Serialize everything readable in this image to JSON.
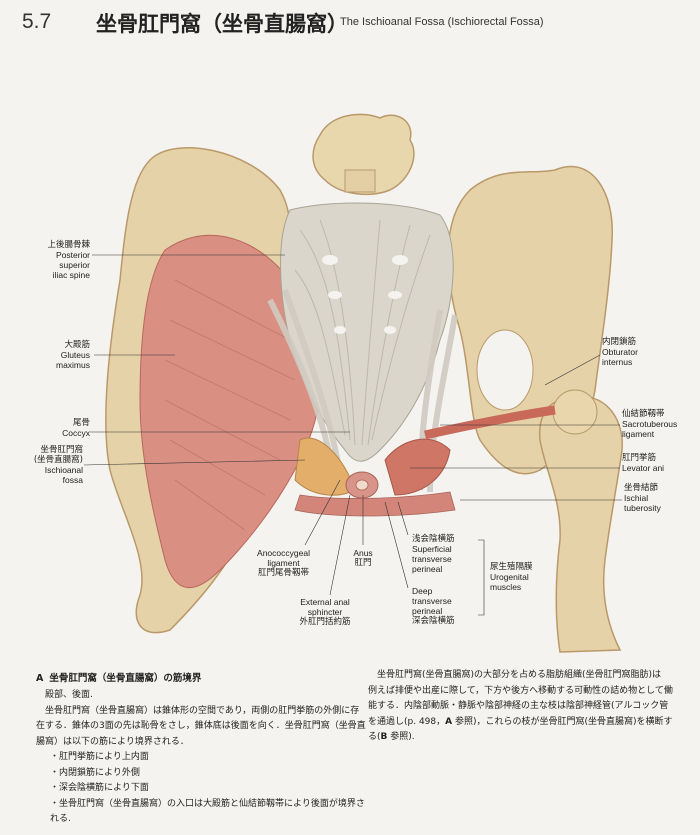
{
  "header": {
    "section_number": "5.7",
    "title_jp": "坐骨肛門窩（坐骨直腸窩）",
    "title_en": "The Ischioanal Fossa (Ischiorectal Fossa)"
  },
  "labels": {
    "psis": {
      "jp": "上後腸骨棘",
      "en": [
        "Posterior",
        "superior",
        "iliac spine"
      ]
    },
    "gluteus": {
      "jp": "大殿筋",
      "en": [
        "Gluteus",
        "maximus"
      ]
    },
    "coccyx": {
      "jp": "尾骨",
      "en": [
        "Coccyx"
      ]
    },
    "fossa": {
      "jp": "坐骨肛門窩",
      "jp2": "(坐骨直腸窩)",
      "en": [
        "Ischioanal",
        "fossa"
      ]
    },
    "obturator": {
      "jp": "内閉鎖筋",
      "en": [
        "Obturator",
        "internus"
      ]
    },
    "sacrotuberous": {
      "jp": "仙結節靱帯",
      "en": [
        "Sacrotuberous",
        "ligament"
      ]
    },
    "levator": {
      "jp": "肛門挙筋",
      "en": [
        "Levator ani"
      ]
    },
    "tuberosity": {
      "jp": "坐骨結節",
      "en": [
        "Ischial",
        "tuberosity"
      ]
    },
    "anococcygeal": {
      "en": [
        "Anococcygeal",
        "ligament"
      ],
      "jp": "肛門尾骨靱帯"
    },
    "anus": {
      "en": [
        "Anus"
      ],
      "jp": "肛門"
    },
    "external": {
      "en": [
        "External anal",
        "sphincter"
      ],
      "jp": "外肛門括約筋"
    },
    "superficial": {
      "jp": "浅会陰横筋",
      "en": [
        "Superficial",
        "transverse",
        "perineal"
      ]
    },
    "deep": {
      "en": [
        "Deep",
        "transverse",
        "perineal"
      ],
      "jp": "深会陰横筋"
    },
    "urogenital": {
      "jp": "尿生殖隔膜",
      "en": [
        "Urogenital",
        "muscles"
      ]
    }
  },
  "caption_a": {
    "tag": "A",
    "title": "坐骨肛門窩（坐骨直腸窩）の筋境界",
    "subtitle": "殿部、後面.",
    "paragraph": "坐骨肛門窩（坐骨直腸窩）は錐体形の空間であり，両側の肛門挙筋の外側に存在する．錐体の3面の先は恥骨をさし，錐体底は後面を向く．坐骨肛門窩（坐骨直腸窩）は以下の筋により境界される．",
    "items": [
      "・肛門挙筋により上内面",
      "・内閉鎖筋により外側",
      "・深会陰横筋により下面",
      "・坐骨肛門窩（坐骨直腸窩）の入口は大殿筋と仙結節靱帯により後面が境界される."
    ]
  },
  "right_text": {
    "l1": "坐骨肛門窩(坐骨直腸窩)の大部分を占める脂肪組織(坐骨肛門窩脂肪)は",
    "l2": "例えば排便や出産に際して，下方や後方へ移動する可動性の詰め物として働",
    "l3": "能する．内陰部動脈・静脈や陰部神経の主な枝は陰部神経管(アルコック管",
    "l4a": "を通過し(p. 498，",
    "l4b": "A",
    "l4c": " 参照)，これらの枝が坐骨肛門窩(坐骨直腸窩)を横断す",
    "l5a": "る(",
    "l5b": "B",
    "l5c": " 参照)."
  }
}
